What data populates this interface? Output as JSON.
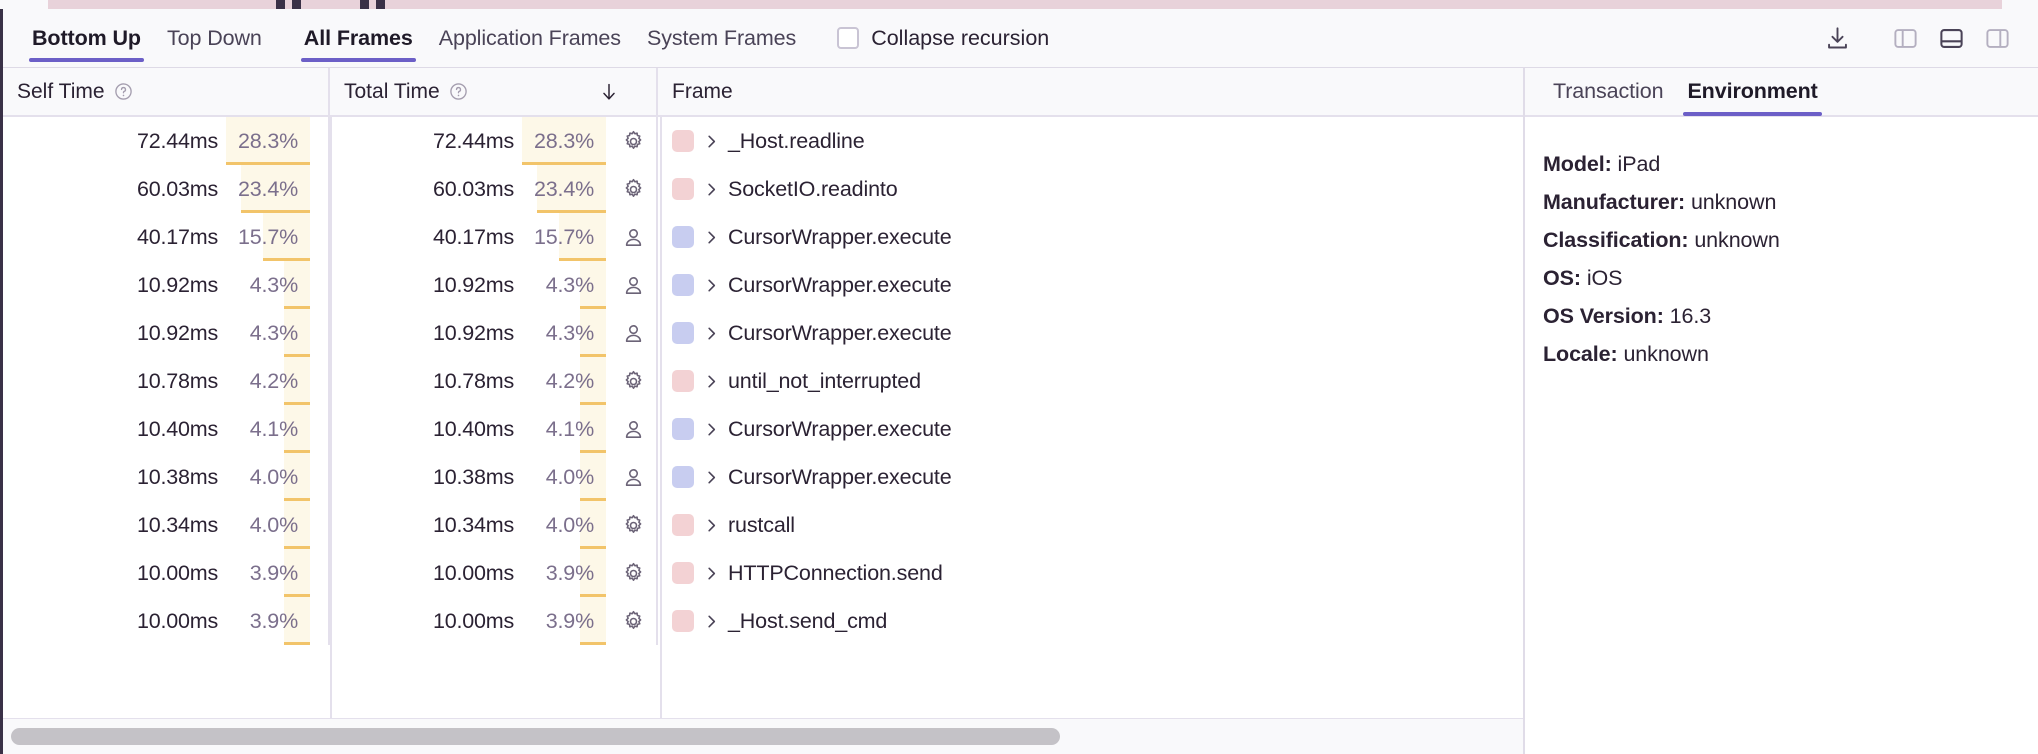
{
  "toolbar": {
    "tabs_group_a": [
      {
        "label": "Bottom Up",
        "active": true
      },
      {
        "label": "Top Down",
        "active": false
      }
    ],
    "tabs_group_b": [
      {
        "label": "All Frames",
        "active": true
      },
      {
        "label": "Application Frames",
        "active": false
      },
      {
        "label": "System Frames",
        "active": false
      }
    ],
    "collapse_recursion": {
      "label": "Collapse recursion",
      "checked": false
    },
    "icons": [
      {
        "name": "download-icon",
        "active": false
      },
      {
        "name": "layout-left-panel-icon",
        "active": false
      },
      {
        "name": "layout-bottom-panel-icon",
        "active": true
      },
      {
        "name": "layout-right-panel-icon",
        "active": false
      }
    ],
    "accent_color": "#6c5fc7"
  },
  "table": {
    "columns": [
      {
        "key": "self_time",
        "label": "Self Time",
        "has_help": true,
        "sorted": false
      },
      {
        "key": "total_time",
        "label": "Total Time",
        "has_help": true,
        "sorted": true,
        "sort_dir": "desc"
      },
      {
        "key": "frame",
        "label": "Frame",
        "has_help": false,
        "sorted": false
      }
    ],
    "highlight_bg": "#fdf8e8",
    "bar_color": "#f2c46a",
    "swatch_system_color": "#f3d2d4",
    "swatch_application_color": "#c8cdf0",
    "rows": [
      {
        "self_time": "72.44ms",
        "self_pct": "28.3%",
        "self_pct_value": 28.3,
        "total_time": "72.44ms",
        "total_pct": "28.3%",
        "total_pct_value": 28.3,
        "kind": "system",
        "kind_icon": "gear-icon",
        "swatch": "system",
        "frame": "_Host.readline"
      },
      {
        "self_time": "60.03ms",
        "self_pct": "23.4%",
        "self_pct_value": 23.4,
        "total_time": "60.03ms",
        "total_pct": "23.4%",
        "total_pct_value": 23.4,
        "kind": "system",
        "kind_icon": "gear-icon",
        "swatch": "system",
        "frame": "SocketIO.readinto"
      },
      {
        "self_time": "40.17ms",
        "self_pct": "15.7%",
        "self_pct_value": 15.7,
        "total_time": "40.17ms",
        "total_pct": "15.7%",
        "total_pct_value": 15.7,
        "kind": "application",
        "kind_icon": "person-icon",
        "swatch": "application",
        "frame": "CursorWrapper.execute"
      },
      {
        "self_time": "10.92ms",
        "self_pct": "4.3%",
        "self_pct_value": 4.3,
        "total_time": "10.92ms",
        "total_pct": "4.3%",
        "total_pct_value": 4.3,
        "kind": "application",
        "kind_icon": "person-icon",
        "swatch": "application",
        "frame": "CursorWrapper.execute"
      },
      {
        "self_time": "10.92ms",
        "self_pct": "4.3%",
        "self_pct_value": 4.3,
        "total_time": "10.92ms",
        "total_pct": "4.3%",
        "total_pct_value": 4.3,
        "kind": "application",
        "kind_icon": "person-icon",
        "swatch": "application",
        "frame": "CursorWrapper.execute"
      },
      {
        "self_time": "10.78ms",
        "self_pct": "4.2%",
        "self_pct_value": 4.2,
        "total_time": "10.78ms",
        "total_pct": "4.2%",
        "total_pct_value": 4.2,
        "kind": "system",
        "kind_icon": "gear-icon",
        "swatch": "system",
        "frame": "until_not_interrupted"
      },
      {
        "self_time": "10.40ms",
        "self_pct": "4.1%",
        "self_pct_value": 4.1,
        "total_time": "10.40ms",
        "total_pct": "4.1%",
        "total_pct_value": 4.1,
        "kind": "application",
        "kind_icon": "person-icon",
        "swatch": "application",
        "frame": "CursorWrapper.execute"
      },
      {
        "self_time": "10.38ms",
        "self_pct": "4.0%",
        "self_pct_value": 4.0,
        "total_time": "10.38ms",
        "total_pct": "4.0%",
        "total_pct_value": 4.0,
        "kind": "application",
        "kind_icon": "person-icon",
        "swatch": "application",
        "frame": "CursorWrapper.execute"
      },
      {
        "self_time": "10.34ms",
        "self_pct": "4.0%",
        "self_pct_value": 4.0,
        "total_time": "10.34ms",
        "total_pct": "4.0%",
        "total_pct_value": 4.0,
        "kind": "system",
        "kind_icon": "gear-icon",
        "swatch": "system",
        "frame": "rustcall"
      },
      {
        "self_time": "10.00ms",
        "self_pct": "3.9%",
        "self_pct_value": 3.9,
        "total_time": "10.00ms",
        "total_pct": "3.9%",
        "total_pct_value": 3.9,
        "kind": "system",
        "kind_icon": "gear-icon",
        "swatch": "system",
        "frame": "HTTPConnection.send"
      },
      {
        "self_time": "10.00ms",
        "self_pct": "3.9%",
        "self_pct_value": 3.9,
        "total_time": "10.00ms",
        "total_pct": "3.9%",
        "total_pct_value": 3.9,
        "kind": "system",
        "kind_icon": "gear-icon",
        "swatch": "system",
        "frame": "_Host.send_cmd"
      }
    ]
  },
  "details": {
    "tabs": [
      {
        "label": "Transaction",
        "active": false
      },
      {
        "label": "Environment",
        "active": true
      }
    ],
    "environment": [
      {
        "key": "Model:",
        "value": "iPad"
      },
      {
        "key": "Manufacturer:",
        "value": "unknown"
      },
      {
        "key": "Classification:",
        "value": "unknown"
      },
      {
        "key": "OS:",
        "value": "iOS"
      },
      {
        "key": "OS Version:",
        "value": "16.3"
      },
      {
        "key": "Locale:",
        "value": "unknown"
      }
    ]
  },
  "scrollbar": {
    "orientation": "horizontal",
    "thumb_fraction": 0.69
  }
}
